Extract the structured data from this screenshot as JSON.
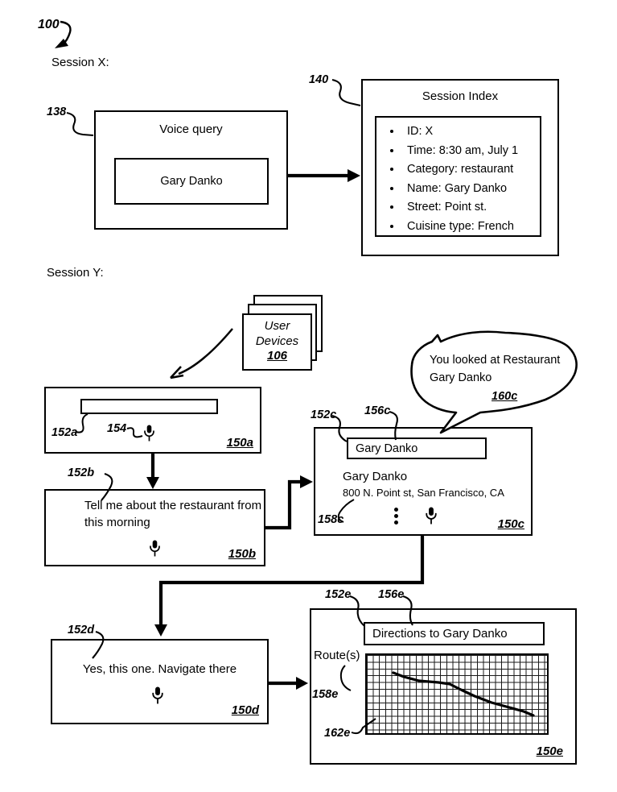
{
  "diagram": {
    "figure_ref": "100",
    "session_x": "Session X:",
    "session_y": "Session Y:"
  },
  "voice_query": {
    "ref": "138",
    "title": "Voice query",
    "query": "Gary Danko"
  },
  "session_index": {
    "ref": "140",
    "title": "Session Index",
    "entries": [
      "ID: X",
      "Time: 8:30 am, July 1",
      "Category: restaurant",
      "Name: Gary Danko",
      "Street: Point st.",
      "Cuisine type: French"
    ]
  },
  "user_devices": {
    "ref": "106",
    "label_line1": "User",
    "label_line2": "Devices"
  },
  "screen_a": {
    "ref": "150a",
    "search_bar_ref": "152a",
    "mic_ref": "154"
  },
  "screen_b": {
    "ref": "150b",
    "transcript_ref": "152b",
    "transcript": "Tell me about the restaurant from this morning"
  },
  "screen_c": {
    "ref": "150c",
    "box_ref": "152c",
    "search_ref": "156c",
    "result_ref": "158c",
    "search_text": "Gary Danko",
    "result_name": "Gary Danko",
    "result_address": "800 N. Point st, San Francisco, CA"
  },
  "assistant_bubble": {
    "ref": "160c",
    "text": "You looked at Restaurant Gary Danko"
  },
  "screen_d": {
    "ref": "150d",
    "transcript_ref": "152d",
    "transcript": "Yes, this one. Navigate there"
  },
  "screen_e": {
    "ref": "150e",
    "box_ref": "152e",
    "header_ref": "156e",
    "routes_ref": "158e",
    "map_ref": "162e",
    "header": "Directions to Gary Danko",
    "routes_label": "Route(s)"
  }
}
